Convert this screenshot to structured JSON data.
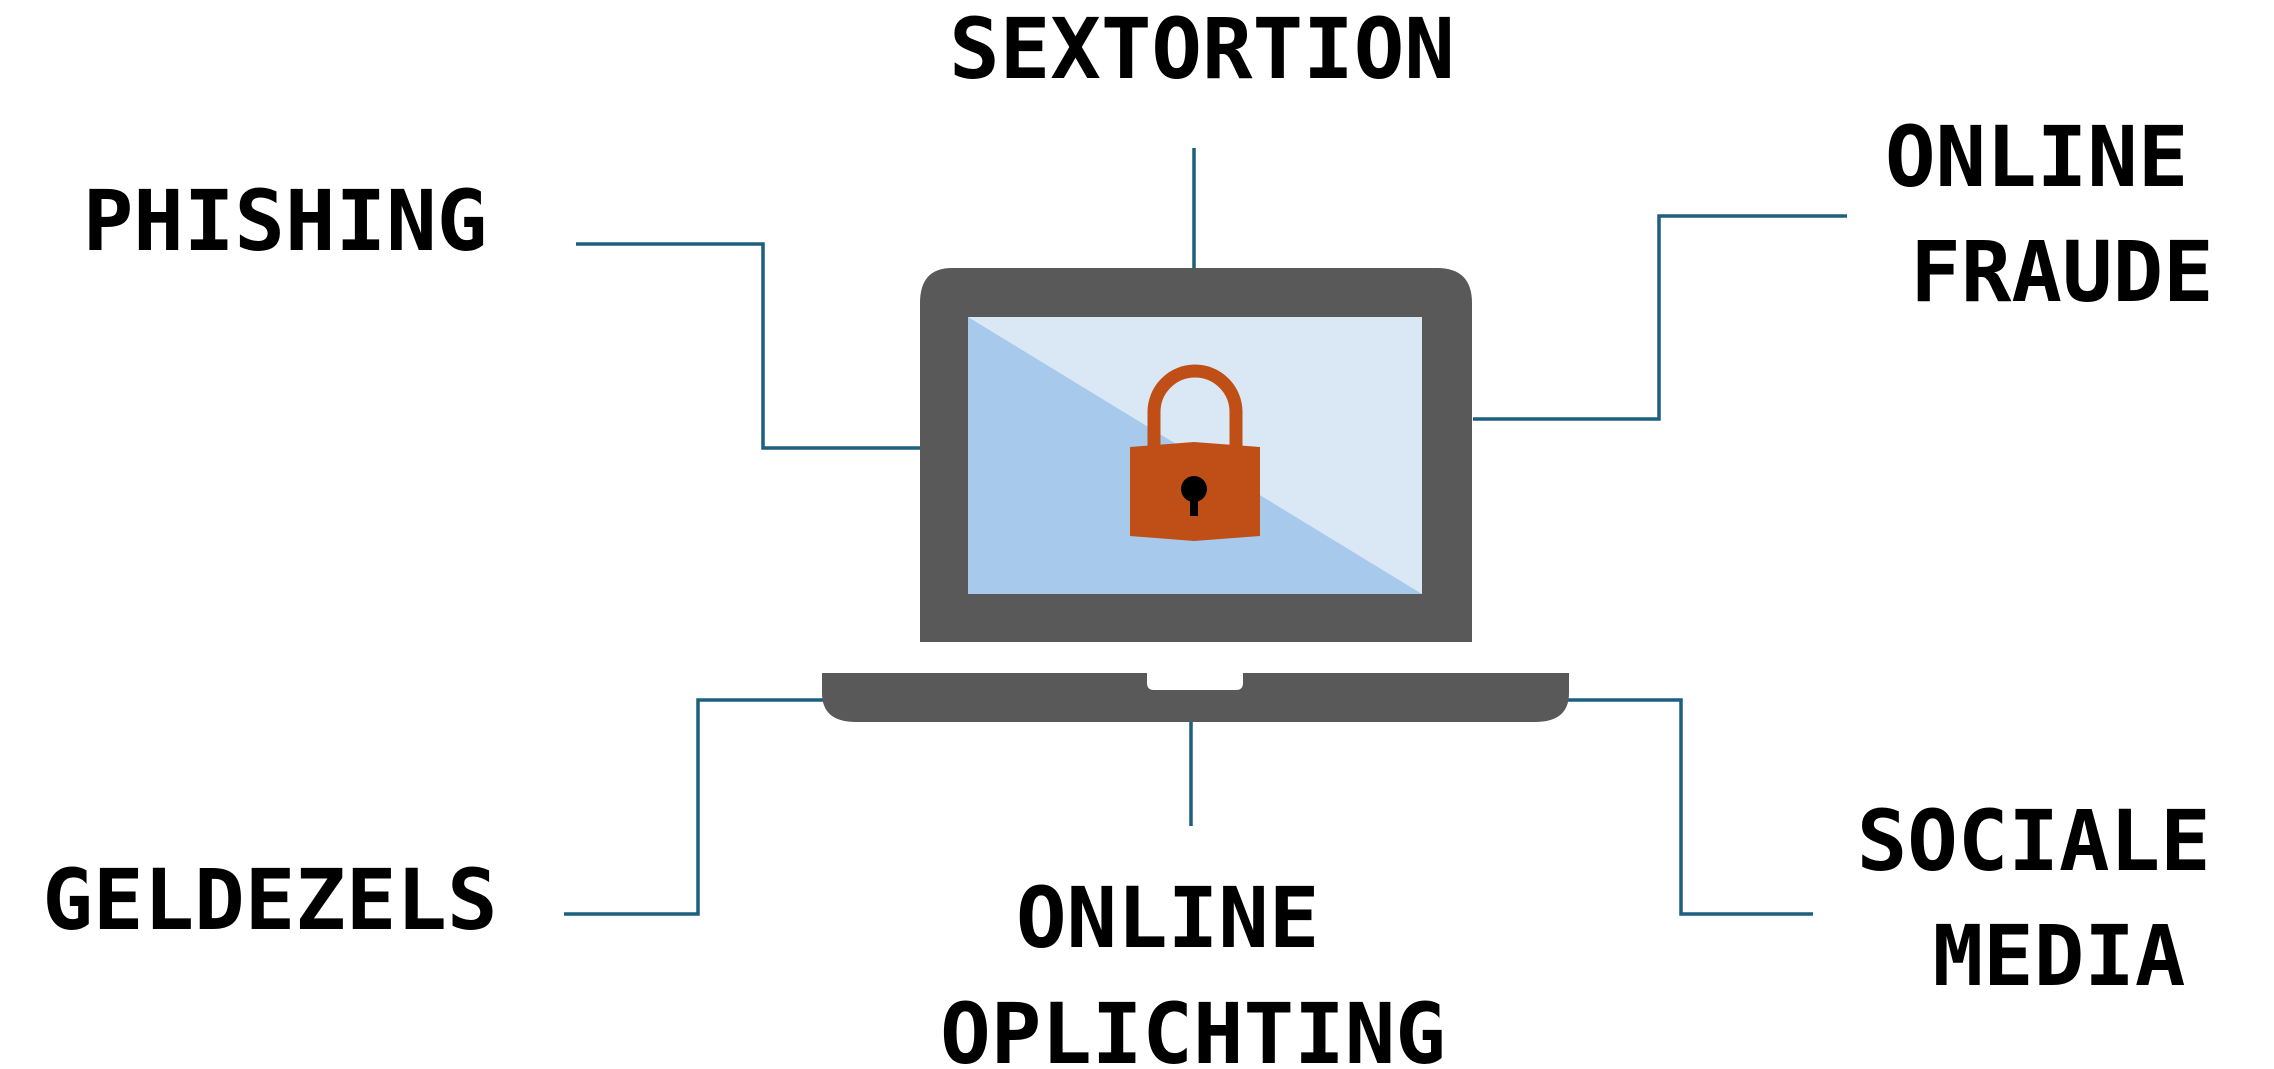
{
  "colors": {
    "connector": "#1c5f7f",
    "laptop_body": "#595959",
    "screen_light": "#dae8f6",
    "screen_dark": "#a7c9ec",
    "lock": "#bf4f16",
    "keyhole": "#000000",
    "background": "#ffffff"
  },
  "icons": {
    "center": "laptop-icon",
    "screen": "padlock-icon"
  },
  "labels": {
    "sextortion": [
      "SEXTORTION"
    ],
    "phishing": [
      "PHISHING"
    ],
    "online_fraude": [
      "ONLINE",
      "FRAUDE"
    ],
    "geldezels": [
      "GELDEZELS"
    ],
    "online_oplichting": [
      "ONLINE",
      "OPLICHTING"
    ],
    "sociale_media": [
      "SOCIALE",
      "MEDIA"
    ]
  }
}
